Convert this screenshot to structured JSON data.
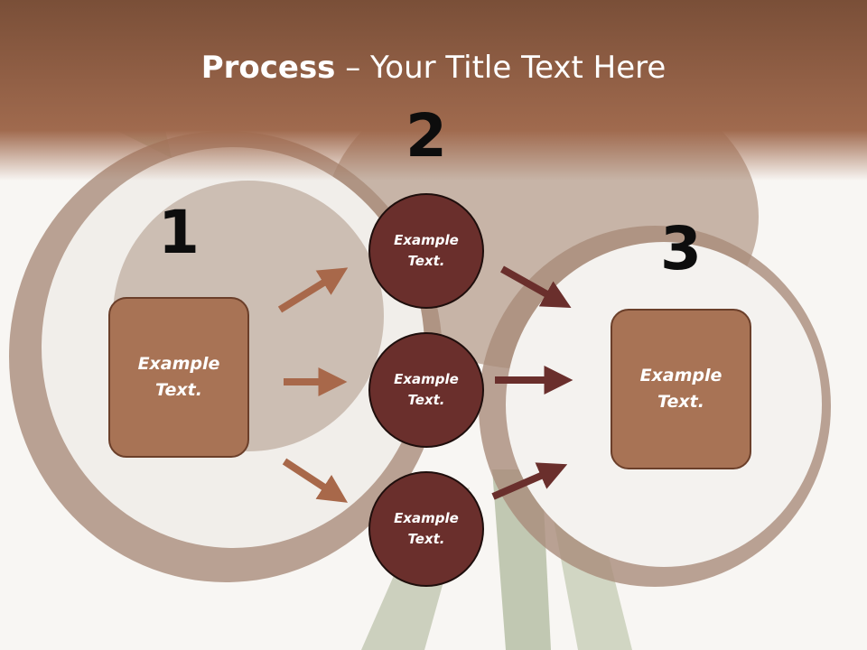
{
  "title": {
    "bold": "Process",
    "rest": " – Your Title Text Here"
  },
  "steps": [
    {
      "number": "1",
      "box_text": "Example Text."
    },
    {
      "number": "2",
      "circle_texts": [
        "Example Text.",
        "Example Text.",
        "Example Text."
      ]
    },
    {
      "number": "3",
      "box_text": "Example Text."
    }
  ],
  "colors": {
    "header_band": "#8d5a40",
    "box_fill": "#a87355",
    "box_border": "#6b3f2a",
    "circle_fill": "#6a2f2c",
    "arrow_light": "#a8684a",
    "arrow_dark": "#6a2f2c"
  }
}
